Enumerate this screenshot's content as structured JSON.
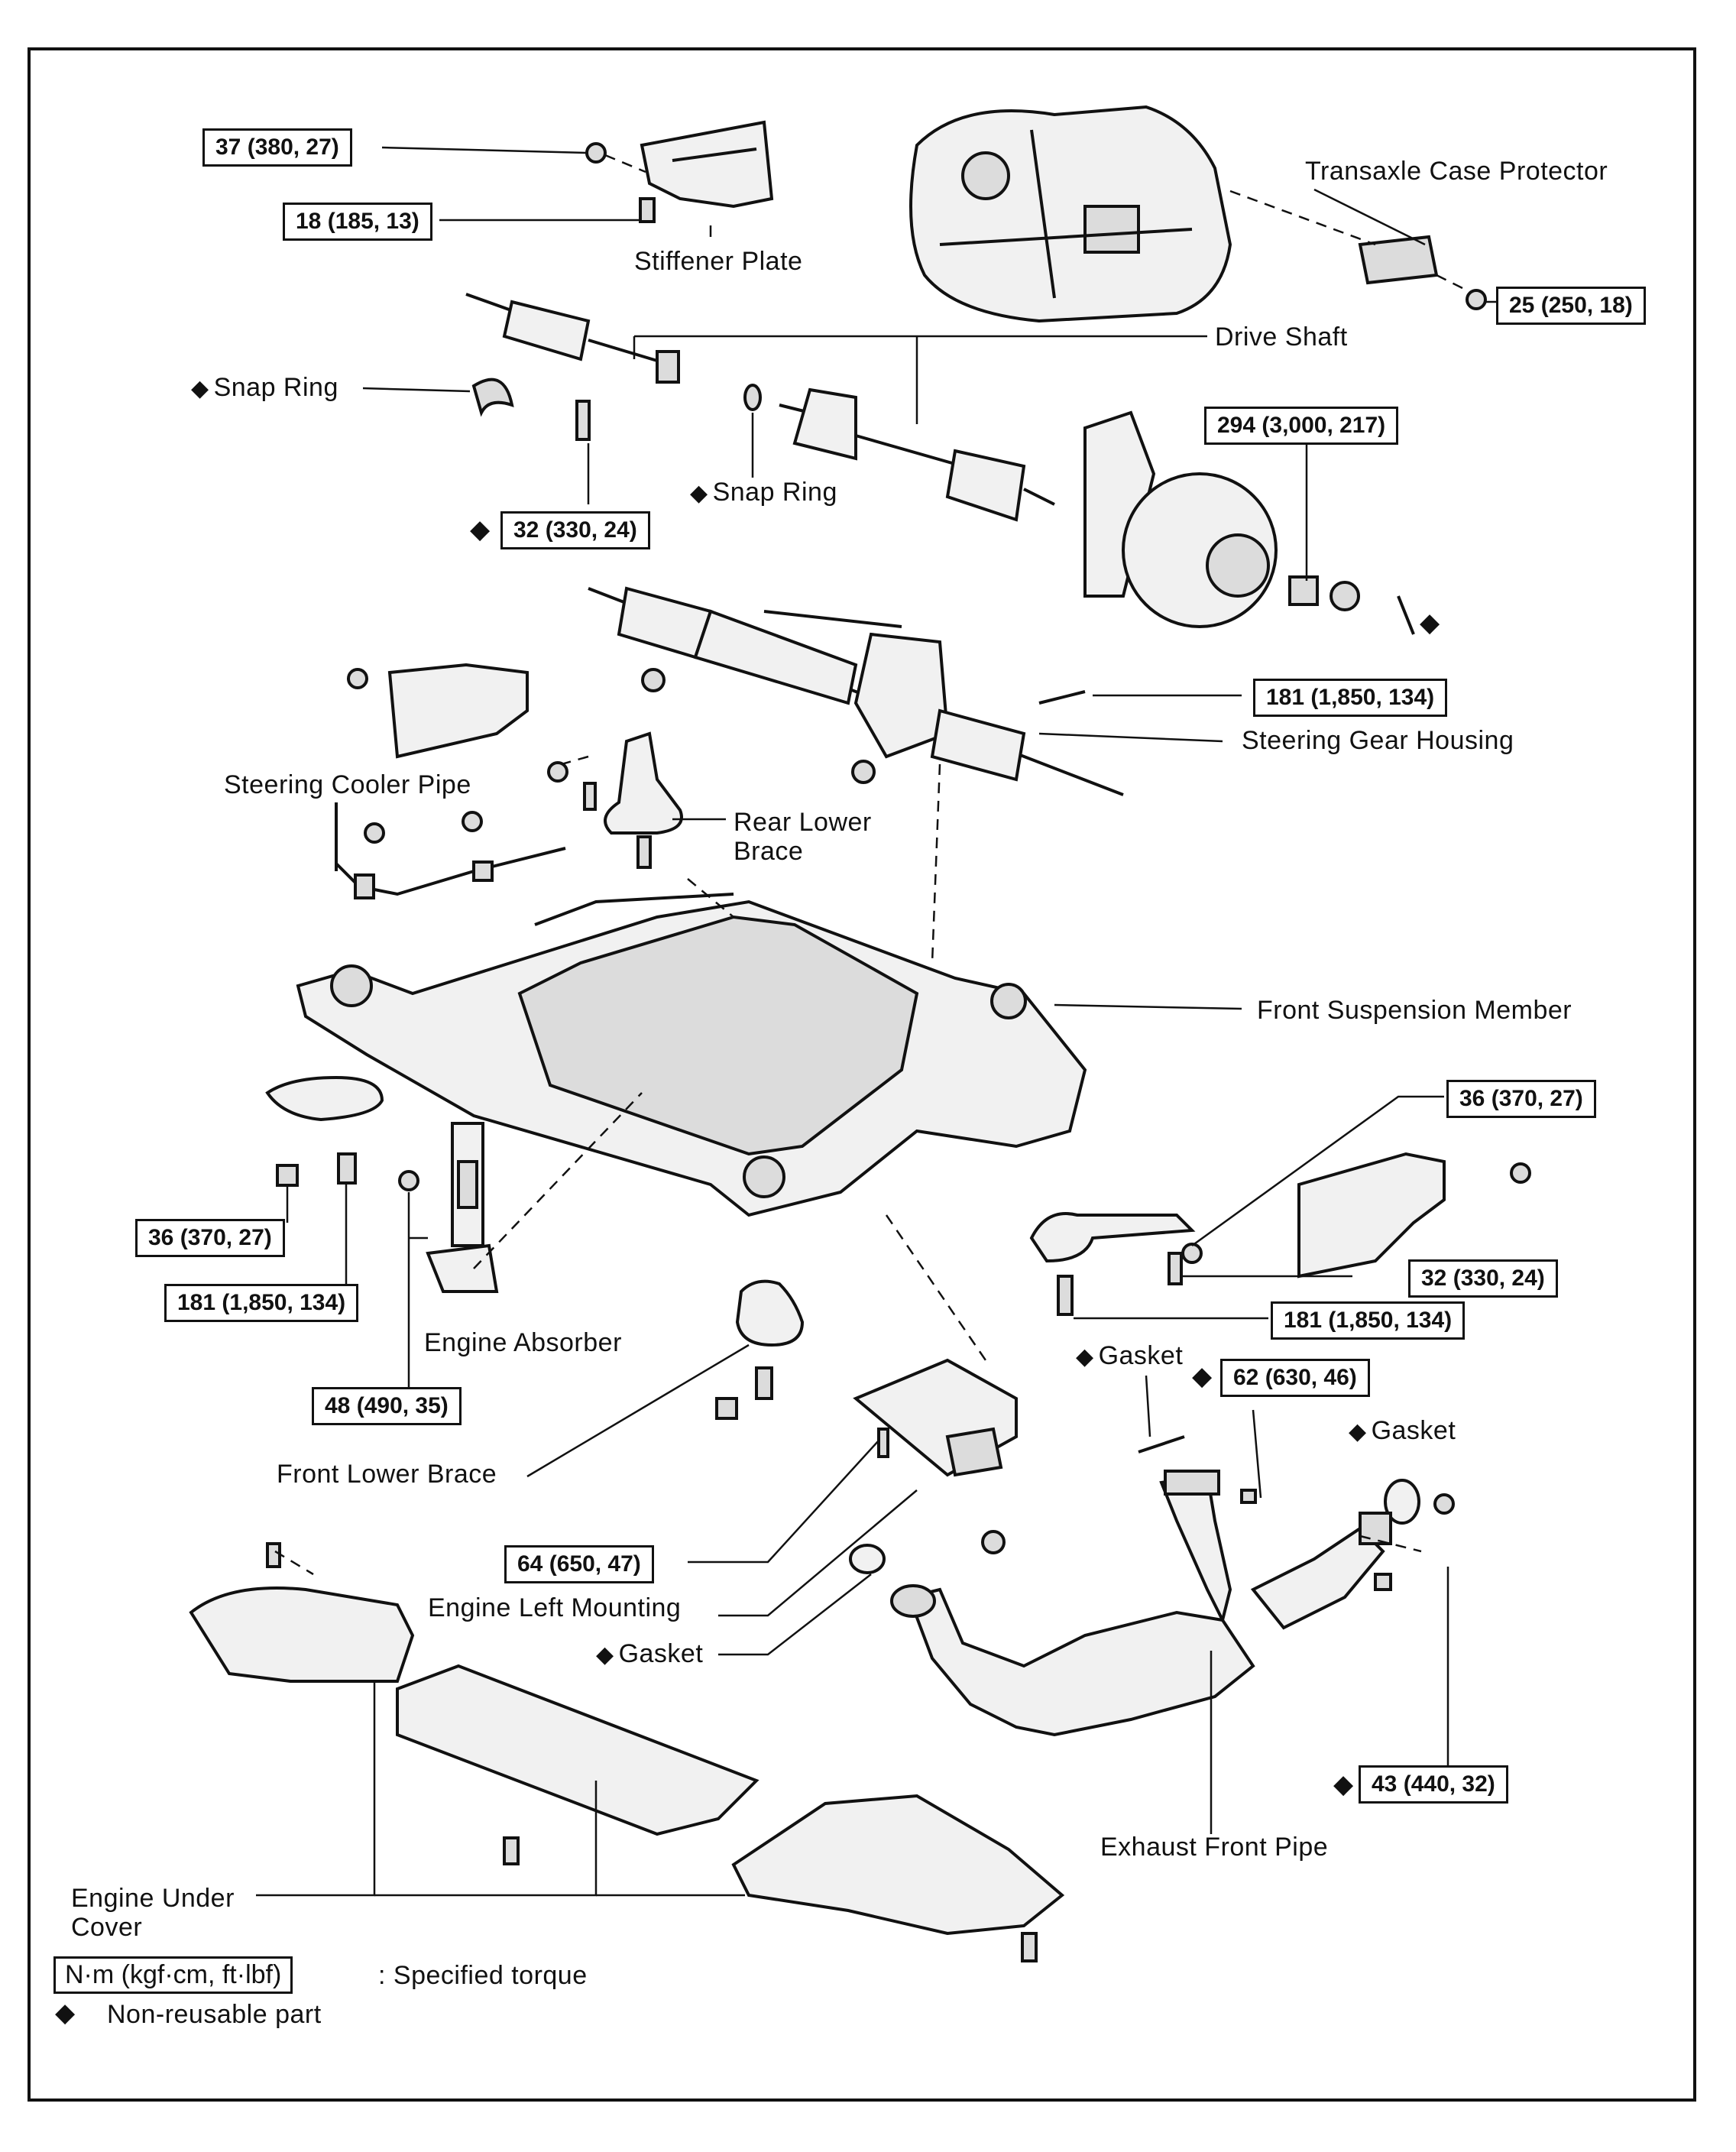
{
  "labels": {
    "stiffener_plate": "Stiffener Plate",
    "transaxle_case_protector": "Transaxle Case Protector",
    "drive_shaft": "Drive Shaft",
    "snap_ring_1": "Snap Ring",
    "snap_ring_2": "Snap Ring",
    "steering_gear_housing": "Steering Gear Housing",
    "steering_cooler_pipe": "Steering Cooler Pipe",
    "rear_lower_brace_1": "Rear Lower",
    "rear_lower_brace_2": "Brace",
    "front_suspension_member": "Front Suspension Member",
    "engine_absorber": "Engine Absorber",
    "front_lower_brace": "Front Lower Brace",
    "engine_left_mounting": "Engine Left Mounting",
    "gasket_1": "Gasket",
    "gasket_2": "Gasket",
    "gasket_3": "Gasket",
    "exhaust_front_pipe": "Exhaust Front Pipe",
    "engine_under_cover_1": "Engine Under",
    "engine_under_cover_2": "Cover"
  },
  "torques": {
    "t37": "37 (380, 27)",
    "t18": "18 (185, 13)",
    "t25": "25 (250, 18)",
    "t294": "294 (3,000, 217)",
    "t32a": "32 (330, 24)",
    "t181a": "181 (1,850, 134)",
    "t36a": "36 (370, 27)",
    "t36b": "36 (370, 27)",
    "t181b": "181 (1,850, 134)",
    "t32b": "32 (330, 24)",
    "t181c": "181 (1,850, 134)",
    "t48": "48 (490, 35)",
    "t62": "62 (630, 46)",
    "t64": "64 (650, 47)",
    "t43": "43 (440, 32)"
  },
  "legend": {
    "torque_unit": "N·m (kgf·cm, ft·lbf)",
    "torque_desc": ": Specified torque",
    "nonreusable_symbol": "◆",
    "nonreusable_desc": "Non-reusable part"
  },
  "symbols": {
    "diamond": "◆"
  }
}
